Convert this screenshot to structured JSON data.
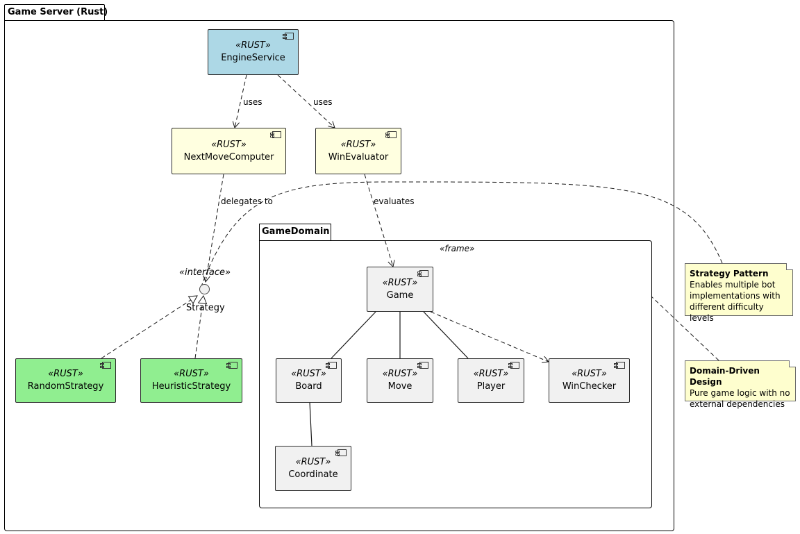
{
  "packages": {
    "server": {
      "title": "Game Server (Rust)"
    },
    "domain": {
      "title": "GameDomain",
      "frame_stereotype": "«frame»"
    }
  },
  "components": {
    "engine_service": {
      "stereotype": "«RUST»",
      "name": "EngineService"
    },
    "next_move_computer": {
      "stereotype": "«RUST»",
      "name": "NextMoveComputer"
    },
    "win_evaluator": {
      "stereotype": "«RUST»",
      "name": "WinEvaluator"
    },
    "random_strategy": {
      "stereotype": "«RUST»",
      "name": "RandomStrategy"
    },
    "heuristic_strategy": {
      "stereotype": "«RUST»",
      "name": "HeuristicStrategy"
    },
    "game": {
      "stereotype": "«RUST»",
      "name": "Game"
    },
    "board": {
      "stereotype": "«RUST»",
      "name": "Board"
    },
    "move": {
      "stereotype": "«RUST»",
      "name": "Move"
    },
    "player": {
      "stereotype": "«RUST»",
      "name": "Player"
    },
    "win_checker": {
      "stereotype": "«RUST»",
      "name": "WinChecker"
    },
    "coordinate": {
      "stereotype": "«RUST»",
      "name": "Coordinate"
    }
  },
  "interface": {
    "stereotype": "«interface»",
    "name": "Strategy"
  },
  "edge_labels": {
    "uses_1": "uses",
    "uses_2": "uses",
    "delegates_to": "delegates to",
    "evaluates": "evaluates"
  },
  "notes": {
    "strategy_pattern": {
      "title": "Strategy Pattern",
      "lines": [
        "Enables multiple bot",
        "implementations with",
        "different difficulty levels"
      ]
    },
    "ddd": {
      "title": "Domain-Driven Design",
      "lines": [
        "Pure game logic with no",
        "external dependencies"
      ]
    }
  },
  "colors": {
    "engine": "#add8e6",
    "service": "#ffffe0",
    "strategy": "#90ee90",
    "domain": "#f1f1f1",
    "note": "#fefece"
  }
}
